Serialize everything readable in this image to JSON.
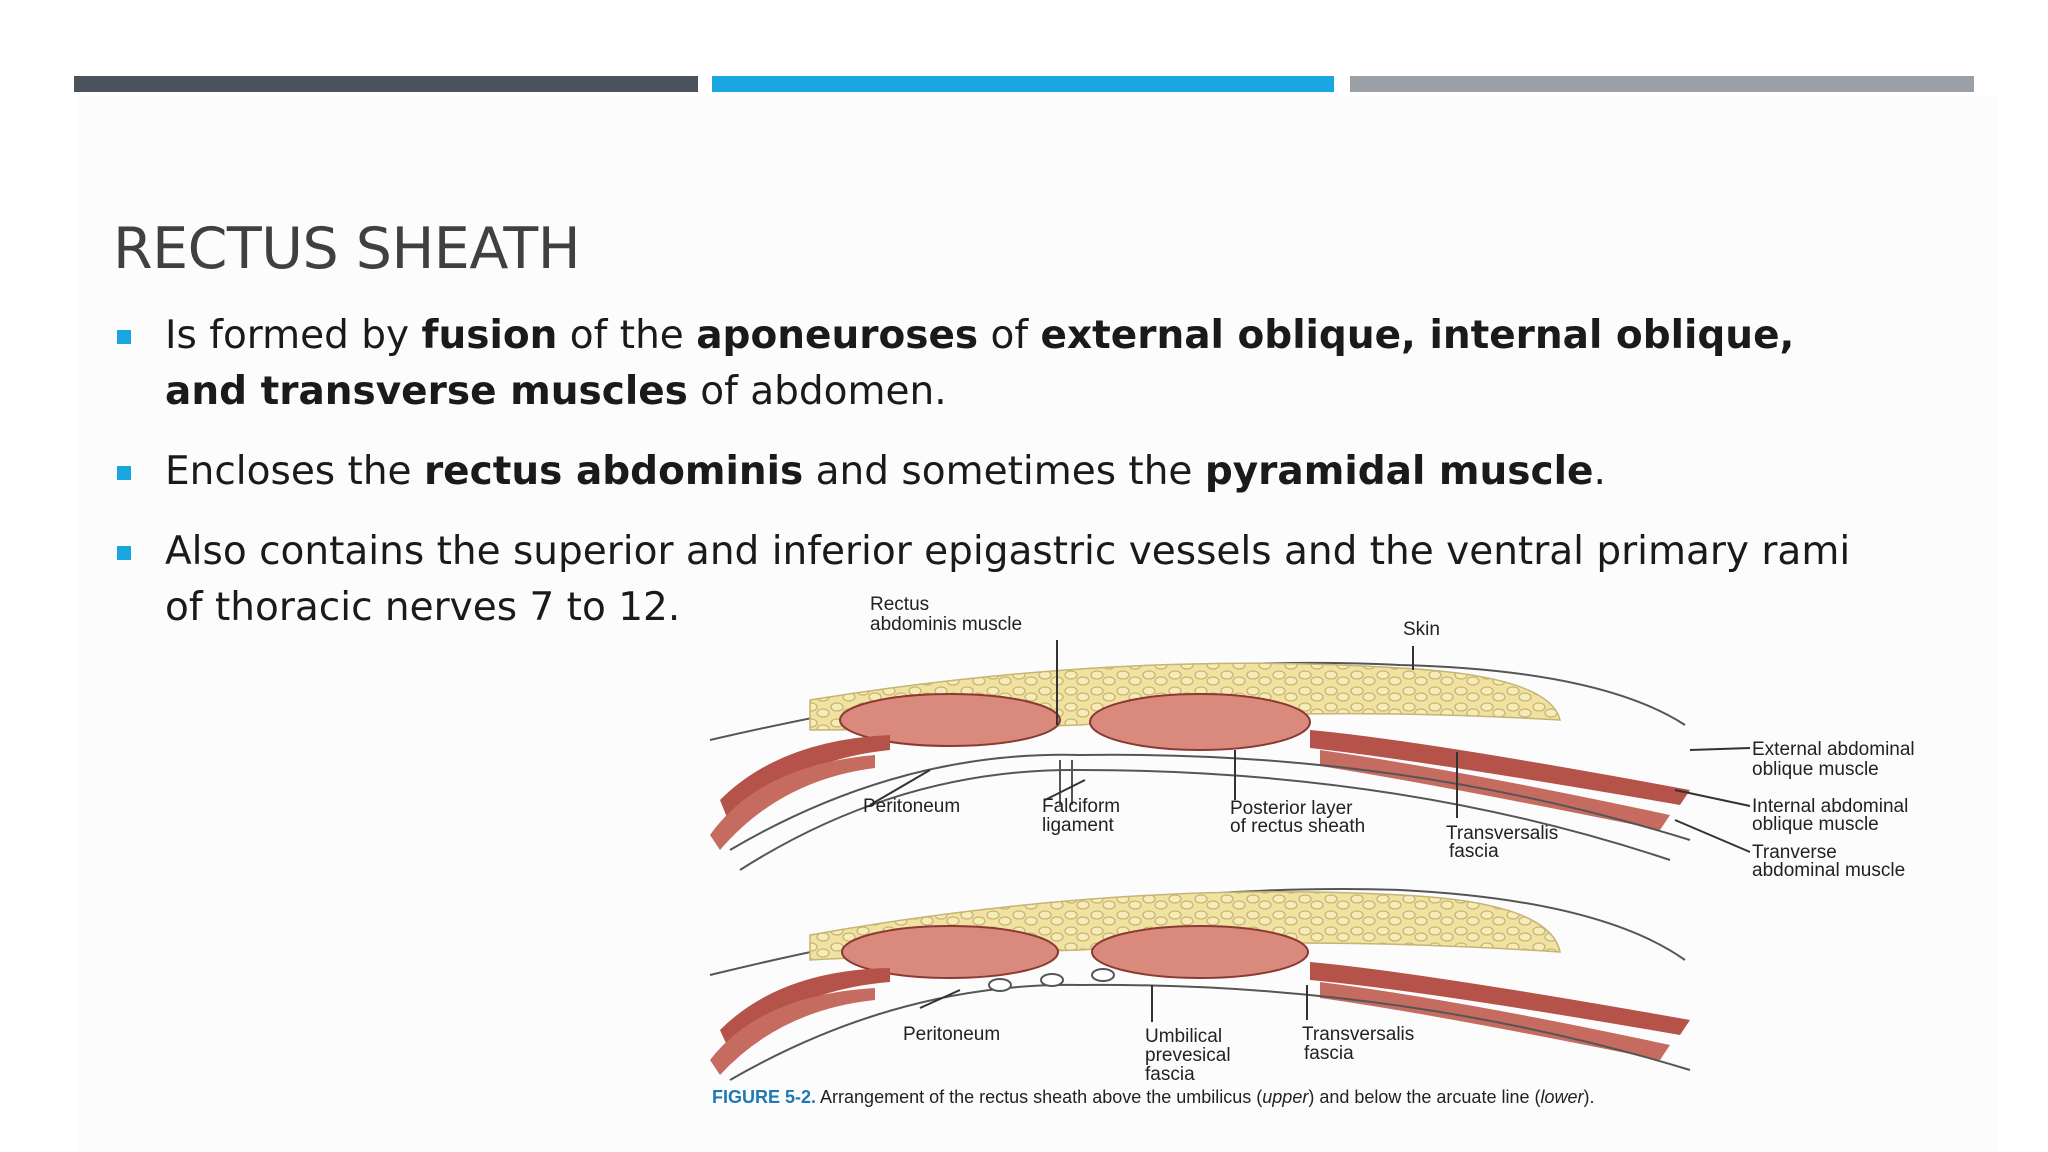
{
  "slide": {
    "title": "RECTUS SHEATH",
    "colors": {
      "bar_dark": "#4a525c",
      "bar_accent": "#1aa7e1",
      "bar_light": "#9aa0a6",
      "bullet_marker": "#1aa7e1",
      "title_text": "#404040"
    },
    "bullets": [
      {
        "parts": [
          {
            "t": "Is formed by ",
            "b": false
          },
          {
            "t": "fusion",
            "b": true
          },
          {
            "t": " of the ",
            "b": false
          },
          {
            "t": "aponeuroses",
            "b": true
          },
          {
            "t": " of ",
            "b": false
          },
          {
            "t": "external oblique, internal oblique, and transverse muscles",
            "b": true
          },
          {
            "t": " of abdomen.",
            "b": false
          }
        ]
      },
      {
        "parts": [
          {
            "t": "Encloses the ",
            "b": false
          },
          {
            "t": "rectus abdominis",
            "b": true
          },
          {
            "t": " and sometimes the ",
            "b": false
          },
          {
            "t": "pyramidal muscle",
            "b": true
          },
          {
            "t": ".",
            "b": false
          }
        ]
      },
      {
        "parts": [
          {
            "t": "Also contains the superior and inferior epigastric vessels and the ventral primary rami of thoracic nerves 7 to 12.",
            "b": false
          }
        ]
      }
    ]
  },
  "figure": {
    "labels_upper": {
      "rectus_line1": "Rectus",
      "rectus_line2": "abdominis muscle",
      "skin": "Skin",
      "ext_line1": "External abdominal",
      "ext_line2": "oblique muscle",
      "int_line1": "Internal abdominal",
      "int_line2": "oblique muscle",
      "trans_line1": "Tranverse",
      "trans_line2": "abdominal muscle",
      "peritoneum": "Peritoneum",
      "falciform_line1": "Falciform",
      "falciform_line2": "ligament",
      "posterior_line1": "Posterior layer",
      "posterior_line2": "of rectus sheath",
      "transversalis_line1": "Transversalis",
      "transversalis_line2": "fascia"
    },
    "labels_lower": {
      "peritoneum": "Peritoneum",
      "umbilical_line1": "Umbilical",
      "umbilical_line2": "prevesical",
      "umbilical_line3": "fascia",
      "transversalis_line1": "Transversalis",
      "transversalis_line2": "fascia"
    },
    "caption": {
      "figure_label": "FIGURE 5-2.",
      "text_a": " Arrangement of the rectus sheath above the umbilicus (",
      "upper": "upper",
      "text_b": ") and below the arcuate line (",
      "lower": "lower",
      "text_c": ")."
    },
    "colors": {
      "muscle": "#d98a7d",
      "muscle_dark": "#b5524a",
      "fat": "#f1e2a2",
      "fat_outline": "#c5b473",
      "line": "#333333"
    }
  }
}
